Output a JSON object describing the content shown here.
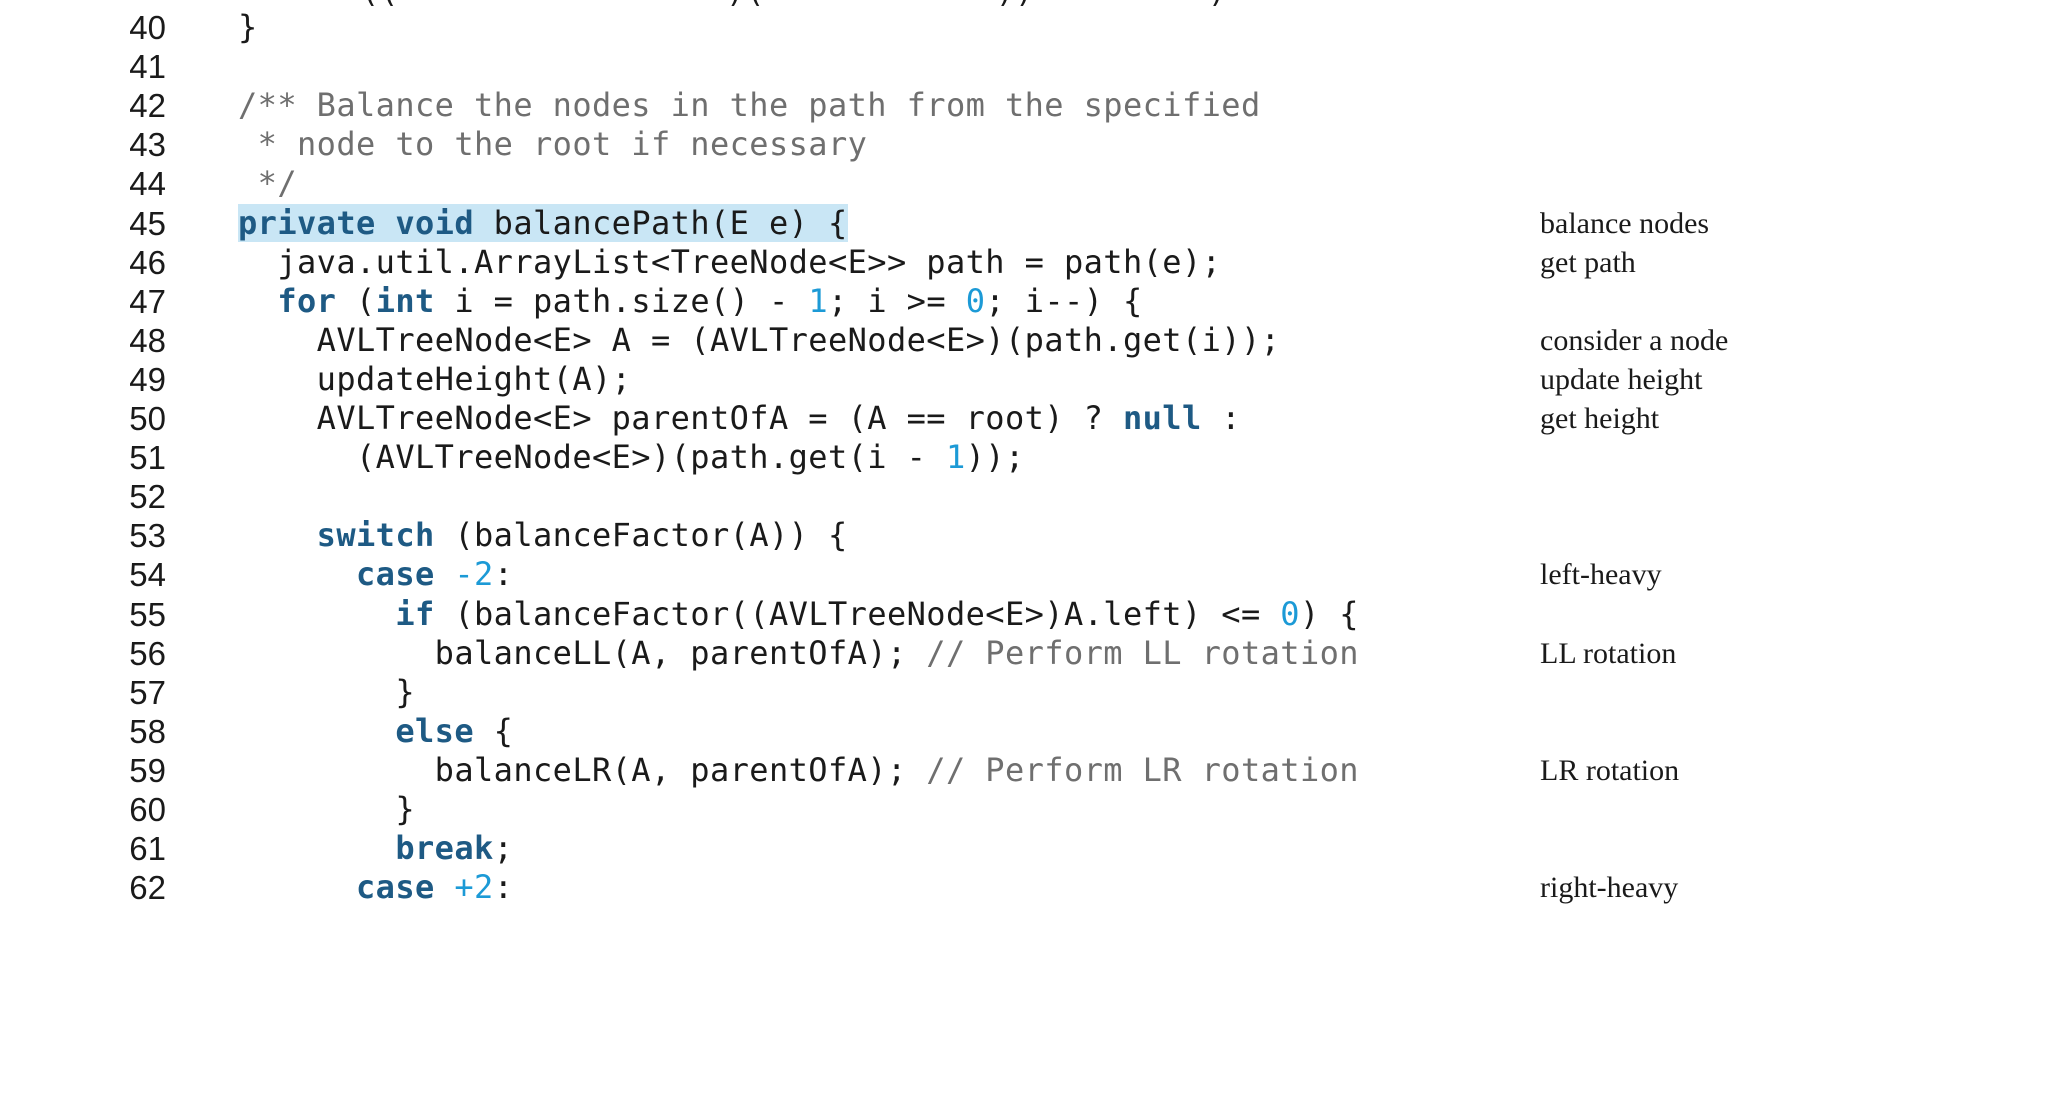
{
  "top_fragment": "((                 )(            ))         )",
  "lines": [
    {
      "no": "40",
      "tokens": [
        {
          "t": "}",
          "k": "plain"
        }
      ],
      "note": ""
    },
    {
      "no": "41",
      "tokens": [],
      "note": ""
    },
    {
      "no": "42",
      "tokens": [
        {
          "t": "/** Balance the nodes in the path from the specified",
          "k": "cmt"
        }
      ],
      "note": ""
    },
    {
      "no": "43",
      "tokens": [
        {
          "t": " * node to the root if necessary",
          "k": "cmt"
        }
      ],
      "note": ""
    },
    {
      "no": "44",
      "tokens": [
        {
          "t": " */",
          "k": "cmt"
        }
      ],
      "note": ""
    },
    {
      "no": "45",
      "tokens": [
        {
          "t": "private void",
          "k": "kw",
          "hl": true
        },
        {
          "t": " balancePath(E e) {",
          "k": "plain",
          "hl": true
        }
      ],
      "note": "balance nodes"
    },
    {
      "no": "46",
      "tokens": [
        {
          "t": "  java.util.ArrayList<TreeNode<E>> path = path(e);",
          "k": "plain"
        }
      ],
      "note": "get path"
    },
    {
      "no": "47",
      "tokens": [
        {
          "t": "  ",
          "k": "plain"
        },
        {
          "t": "for",
          "k": "kw"
        },
        {
          "t": " (",
          "k": "plain"
        },
        {
          "t": "int",
          "k": "kw"
        },
        {
          "t": " i = path.size() - ",
          "k": "plain"
        },
        {
          "t": "1",
          "k": "num"
        },
        {
          "t": "; i >= ",
          "k": "plain"
        },
        {
          "t": "0",
          "k": "num"
        },
        {
          "t": "; i--) {",
          "k": "plain"
        }
      ],
      "note": ""
    },
    {
      "no": "48",
      "tokens": [
        {
          "t": "    AVLTreeNode<E> A = (AVLTreeNode<E>)(path.get(i));",
          "k": "plain"
        }
      ],
      "note": "consider a node"
    },
    {
      "no": "49",
      "tokens": [
        {
          "t": "    updateHeight(A);",
          "k": "plain"
        }
      ],
      "note": "update height"
    },
    {
      "no": "50",
      "tokens": [
        {
          "t": "    AVLTreeNode<E> parentOfA = (A == root) ? ",
          "k": "plain"
        },
        {
          "t": "null",
          "k": "kw"
        },
        {
          "t": " :",
          "k": "plain"
        }
      ],
      "note": "get height"
    },
    {
      "no": "51",
      "tokens": [
        {
          "t": "      (AVLTreeNode<E>)(path.get(i - ",
          "k": "plain"
        },
        {
          "t": "1",
          "k": "num"
        },
        {
          "t": "));",
          "k": "plain"
        }
      ],
      "note": ""
    },
    {
      "no": "52",
      "tokens": [],
      "note": ""
    },
    {
      "no": "53",
      "tokens": [
        {
          "t": "    ",
          "k": "plain"
        },
        {
          "t": "switch",
          "k": "kw"
        },
        {
          "t": " (balanceFactor(A)) {",
          "k": "plain"
        }
      ],
      "note": ""
    },
    {
      "no": "54",
      "tokens": [
        {
          "t": "      ",
          "k": "plain"
        },
        {
          "t": "case",
          "k": "kw"
        },
        {
          "t": " ",
          "k": "plain"
        },
        {
          "t": "-2",
          "k": "num"
        },
        {
          "t": ":",
          "k": "plain"
        }
      ],
      "note": "left-heavy"
    },
    {
      "no": "55",
      "tokens": [
        {
          "t": "        ",
          "k": "plain"
        },
        {
          "t": "if",
          "k": "kw"
        },
        {
          "t": " (balanceFactor((AVLTreeNode<E>)A.left) <= ",
          "k": "plain"
        },
        {
          "t": "0",
          "k": "num"
        },
        {
          "t": ") {",
          "k": "plain"
        }
      ],
      "note": ""
    },
    {
      "no": "56",
      "tokens": [
        {
          "t": "          balanceLL(A, parentOfA); ",
          "k": "plain"
        },
        {
          "t": "// Perform LL rotation",
          "k": "cmt"
        }
      ],
      "note": "LL rotation"
    },
    {
      "no": "57",
      "tokens": [
        {
          "t": "        }",
          "k": "plain"
        }
      ],
      "note": ""
    },
    {
      "no": "58",
      "tokens": [
        {
          "t": "        ",
          "k": "plain"
        },
        {
          "t": "else",
          "k": "kw"
        },
        {
          "t": " {",
          "k": "plain"
        }
      ],
      "note": ""
    },
    {
      "no": "59",
      "tokens": [
        {
          "t": "          balanceLR(A, parentOfA); ",
          "k": "plain"
        },
        {
          "t": "// Perform LR rotation",
          "k": "cmt"
        }
      ],
      "note": "LR rotation"
    },
    {
      "no": "60",
      "tokens": [
        {
          "t": "        }",
          "k": "plain"
        }
      ],
      "note": ""
    },
    {
      "no": "61",
      "tokens": [
        {
          "t": "        ",
          "k": "plain"
        },
        {
          "t": "break",
          "k": "kw"
        },
        {
          "t": ";",
          "k": "plain"
        }
      ],
      "note": ""
    },
    {
      "no": "62",
      "tokens": [
        {
          "t": "      ",
          "k": "plain"
        },
        {
          "t": "case",
          "k": "kw"
        },
        {
          "t": " ",
          "k": "plain"
        },
        {
          "t": "+2",
          "k": "num"
        },
        {
          "t": ":",
          "k": "plain"
        }
      ],
      "note": "right-heavy"
    }
  ],
  "colors": {
    "keyword": "#1e5a84",
    "number": "#1c9ad6",
    "comment": "#6f6f6f",
    "highlight": "#c9e6f5",
    "text": "#1a1a1a"
  }
}
